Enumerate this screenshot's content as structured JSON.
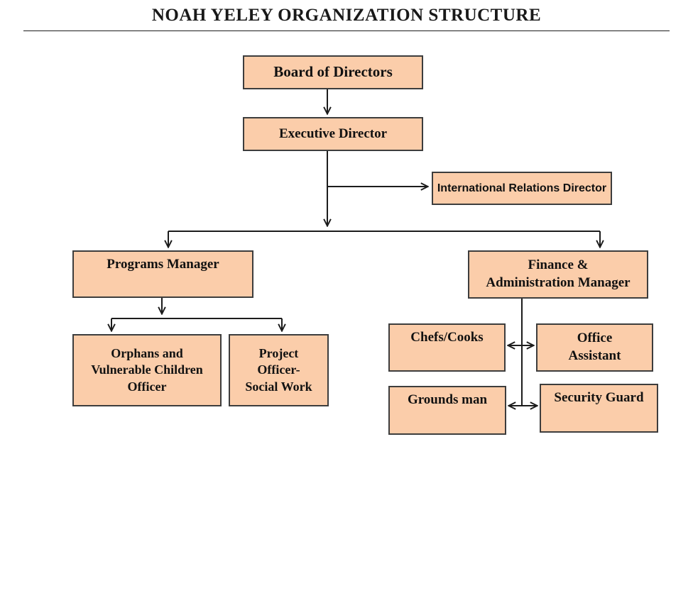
{
  "title": "NOAH YELEY ORGANIZATION STRUCTURE",
  "colors": {
    "node_fill": "#fbcdaa",
    "node_border": "#3d3d3d",
    "line_color": "#1c1c1c"
  },
  "nodes": {
    "board": {
      "label": "Board of Directors"
    },
    "executive": {
      "label": "Executive Director"
    },
    "international": {
      "label": "International Relations Director"
    },
    "programs": {
      "label": "Programs Manager"
    },
    "finance": {
      "label": "Finance &\nAdministration Manager"
    },
    "orphans": {
      "label": "Orphans and\nVulnerable Children\nOfficer"
    },
    "project": {
      "label": "Project\nOfficer-\nSocial Work"
    },
    "chefs": {
      "label": "Chefs/Cooks"
    },
    "office": {
      "label": "Office\nAssistant"
    },
    "grounds": {
      "label": "Grounds man"
    },
    "security": {
      "label": "Security Guard"
    }
  }
}
